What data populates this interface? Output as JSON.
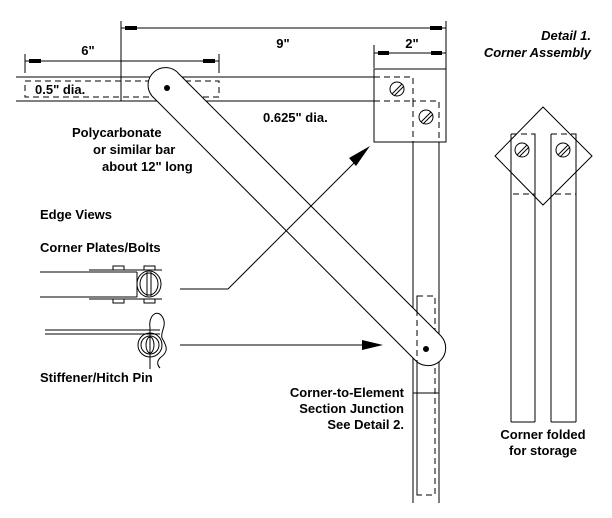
{
  "title": {
    "line1": "Detail 1.",
    "line2": "Corner Assembly"
  },
  "dimensions": {
    "six": "6\"",
    "nine": "9\"",
    "two": "2\""
  },
  "labels": {
    "rod_dia": "0.5\" dia.",
    "tube_dia": "0.625\" dia.",
    "bar_line1": "Polycarbonate",
    "bar_line2": "or similar bar",
    "bar_line3": "about 12\" long",
    "edge_views": "Edge Views",
    "corner_plates": "Corner Plates/Bolts",
    "stiffener": "Stiffener/Hitch Pin",
    "junction_line1": "Corner-to-Element",
    "junction_line2": "Section Junction",
    "junction_line3": "See Detail 2.",
    "folded_line1": "Corner folded",
    "folded_line2": "for storage"
  },
  "colors": {
    "ink": "#000000",
    "paper": "#ffffff"
  }
}
